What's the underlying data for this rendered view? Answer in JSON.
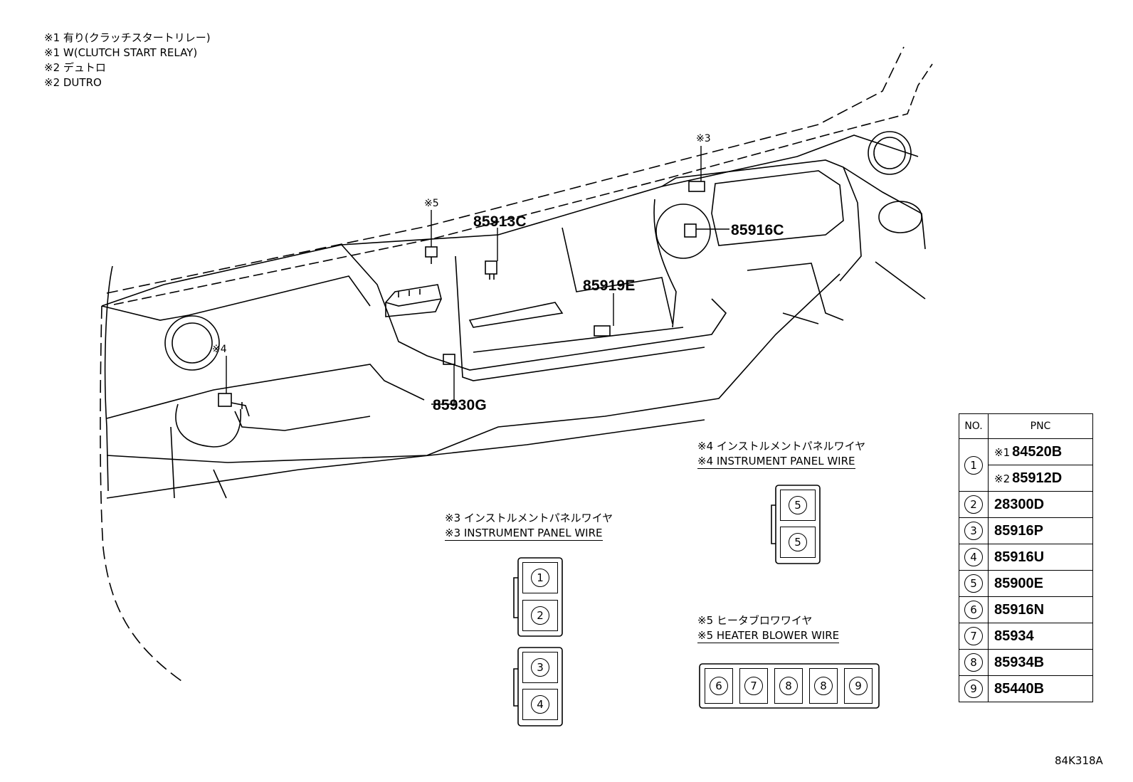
{
  "notes": [
    "※1 有り(クラッチスタートリレー)",
    "※1 W(CLUTCH START RELAY)",
    "※2 デュトロ",
    "※2 DUTRO"
  ],
  "callouts": {
    "c_85913C": "85913C",
    "c_85916C": "85916C",
    "c_85919E": "85919E",
    "c_85930G": "85930G",
    "ref3": "※3",
    "ref4": "※4",
    "ref5": "※5"
  },
  "connectors": {
    "wire3": {
      "jp": "※3 インストルメントパネルワイヤ",
      "en": "※3 INSTRUMENT PANEL WIRE",
      "slots": [
        "1",
        "2",
        "3",
        "4"
      ]
    },
    "wire4": {
      "jp": "※4 インストルメントパネルワイヤ",
      "en": "※4 INSTRUMENT PANEL WIRE",
      "slots": [
        "5",
        "5"
      ]
    },
    "wire5": {
      "jp": "※5 ヒータブロワワイヤ",
      "en": "※5 HEATER BLOWER WIRE",
      "slots": [
        "6",
        "7",
        "8",
        "8",
        "9"
      ]
    }
  },
  "table": {
    "header_no": "NO.",
    "header_pnc": "PNC",
    "rows": [
      {
        "no": "1",
        "prefix": "※1",
        "pnc": "84520B"
      },
      {
        "no": "",
        "prefix": "※2",
        "pnc": "85912D"
      },
      {
        "no": "2",
        "prefix": "",
        "pnc": "28300D"
      },
      {
        "no": "3",
        "prefix": "",
        "pnc": "85916P"
      },
      {
        "no": "4",
        "prefix": "",
        "pnc": "85916U"
      },
      {
        "no": "5",
        "prefix": "",
        "pnc": "85900E"
      },
      {
        "no": "6",
        "prefix": "",
        "pnc": "85916N"
      },
      {
        "no": "7",
        "prefix": "",
        "pnc": "85934"
      },
      {
        "no": "8",
        "prefix": "",
        "pnc": "85934B"
      },
      {
        "no": "9",
        "prefix": "",
        "pnc": "85440B"
      }
    ]
  },
  "figure_code": "84K318A"
}
